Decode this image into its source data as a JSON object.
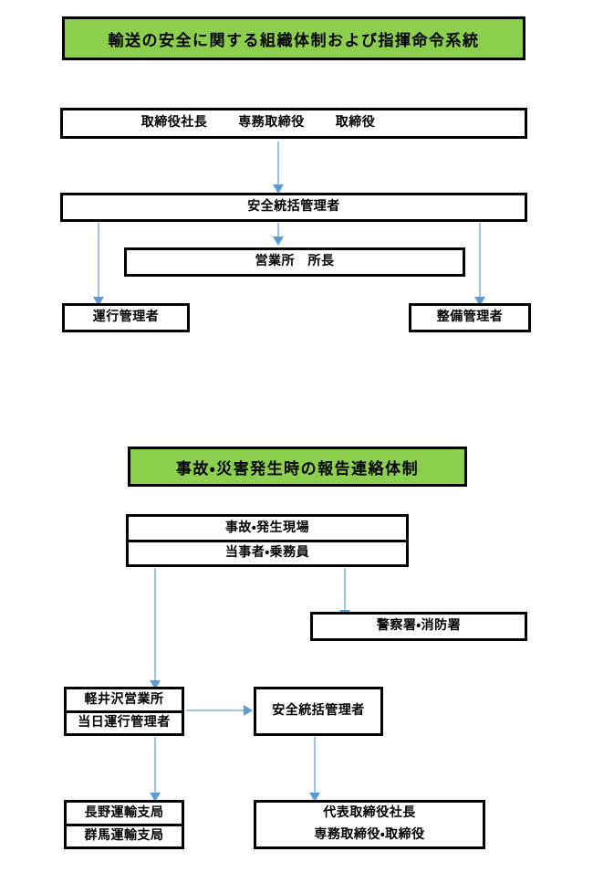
{
  "page": {
    "language": "ja",
    "background": "#ffffff",
    "banner_color": "#8ccf4e",
    "arrow_color": "#9dc3e6",
    "arrow_head_color": "#5b9bd5",
    "border_color": "#000000"
  },
  "chart1": {
    "title": "輸送の安全に関する組織体制および指揮命令系統",
    "board": {
      "president": "取締役社長",
      "senior_director": "専務取締役",
      "director": "取締役"
    },
    "safety_general_manager": "安全統括管理者",
    "branch_chief": "営業所　所長",
    "operations_manager": "運行管理者",
    "maintenance_manager": "整備管理者"
  },
  "chart2": {
    "title": "事故・災害発生時の報告連絡体制",
    "incident": {
      "site": "事故・発生現場",
      "parties": "当事者・乗務員"
    },
    "emergency_services": "警察署・消防署",
    "branch_office": {
      "office": "軽井沢営業所",
      "duty_manager": "当日運行管理者"
    },
    "safety_general_manager": "安全統括管理者",
    "transport_bureaus": {
      "nagano": "長野運輸支局",
      "gunma": "群馬運輸支局"
    },
    "executives": {
      "representative_president": "代表取締役社長",
      "directors": "専務取締役・取締役"
    }
  }
}
